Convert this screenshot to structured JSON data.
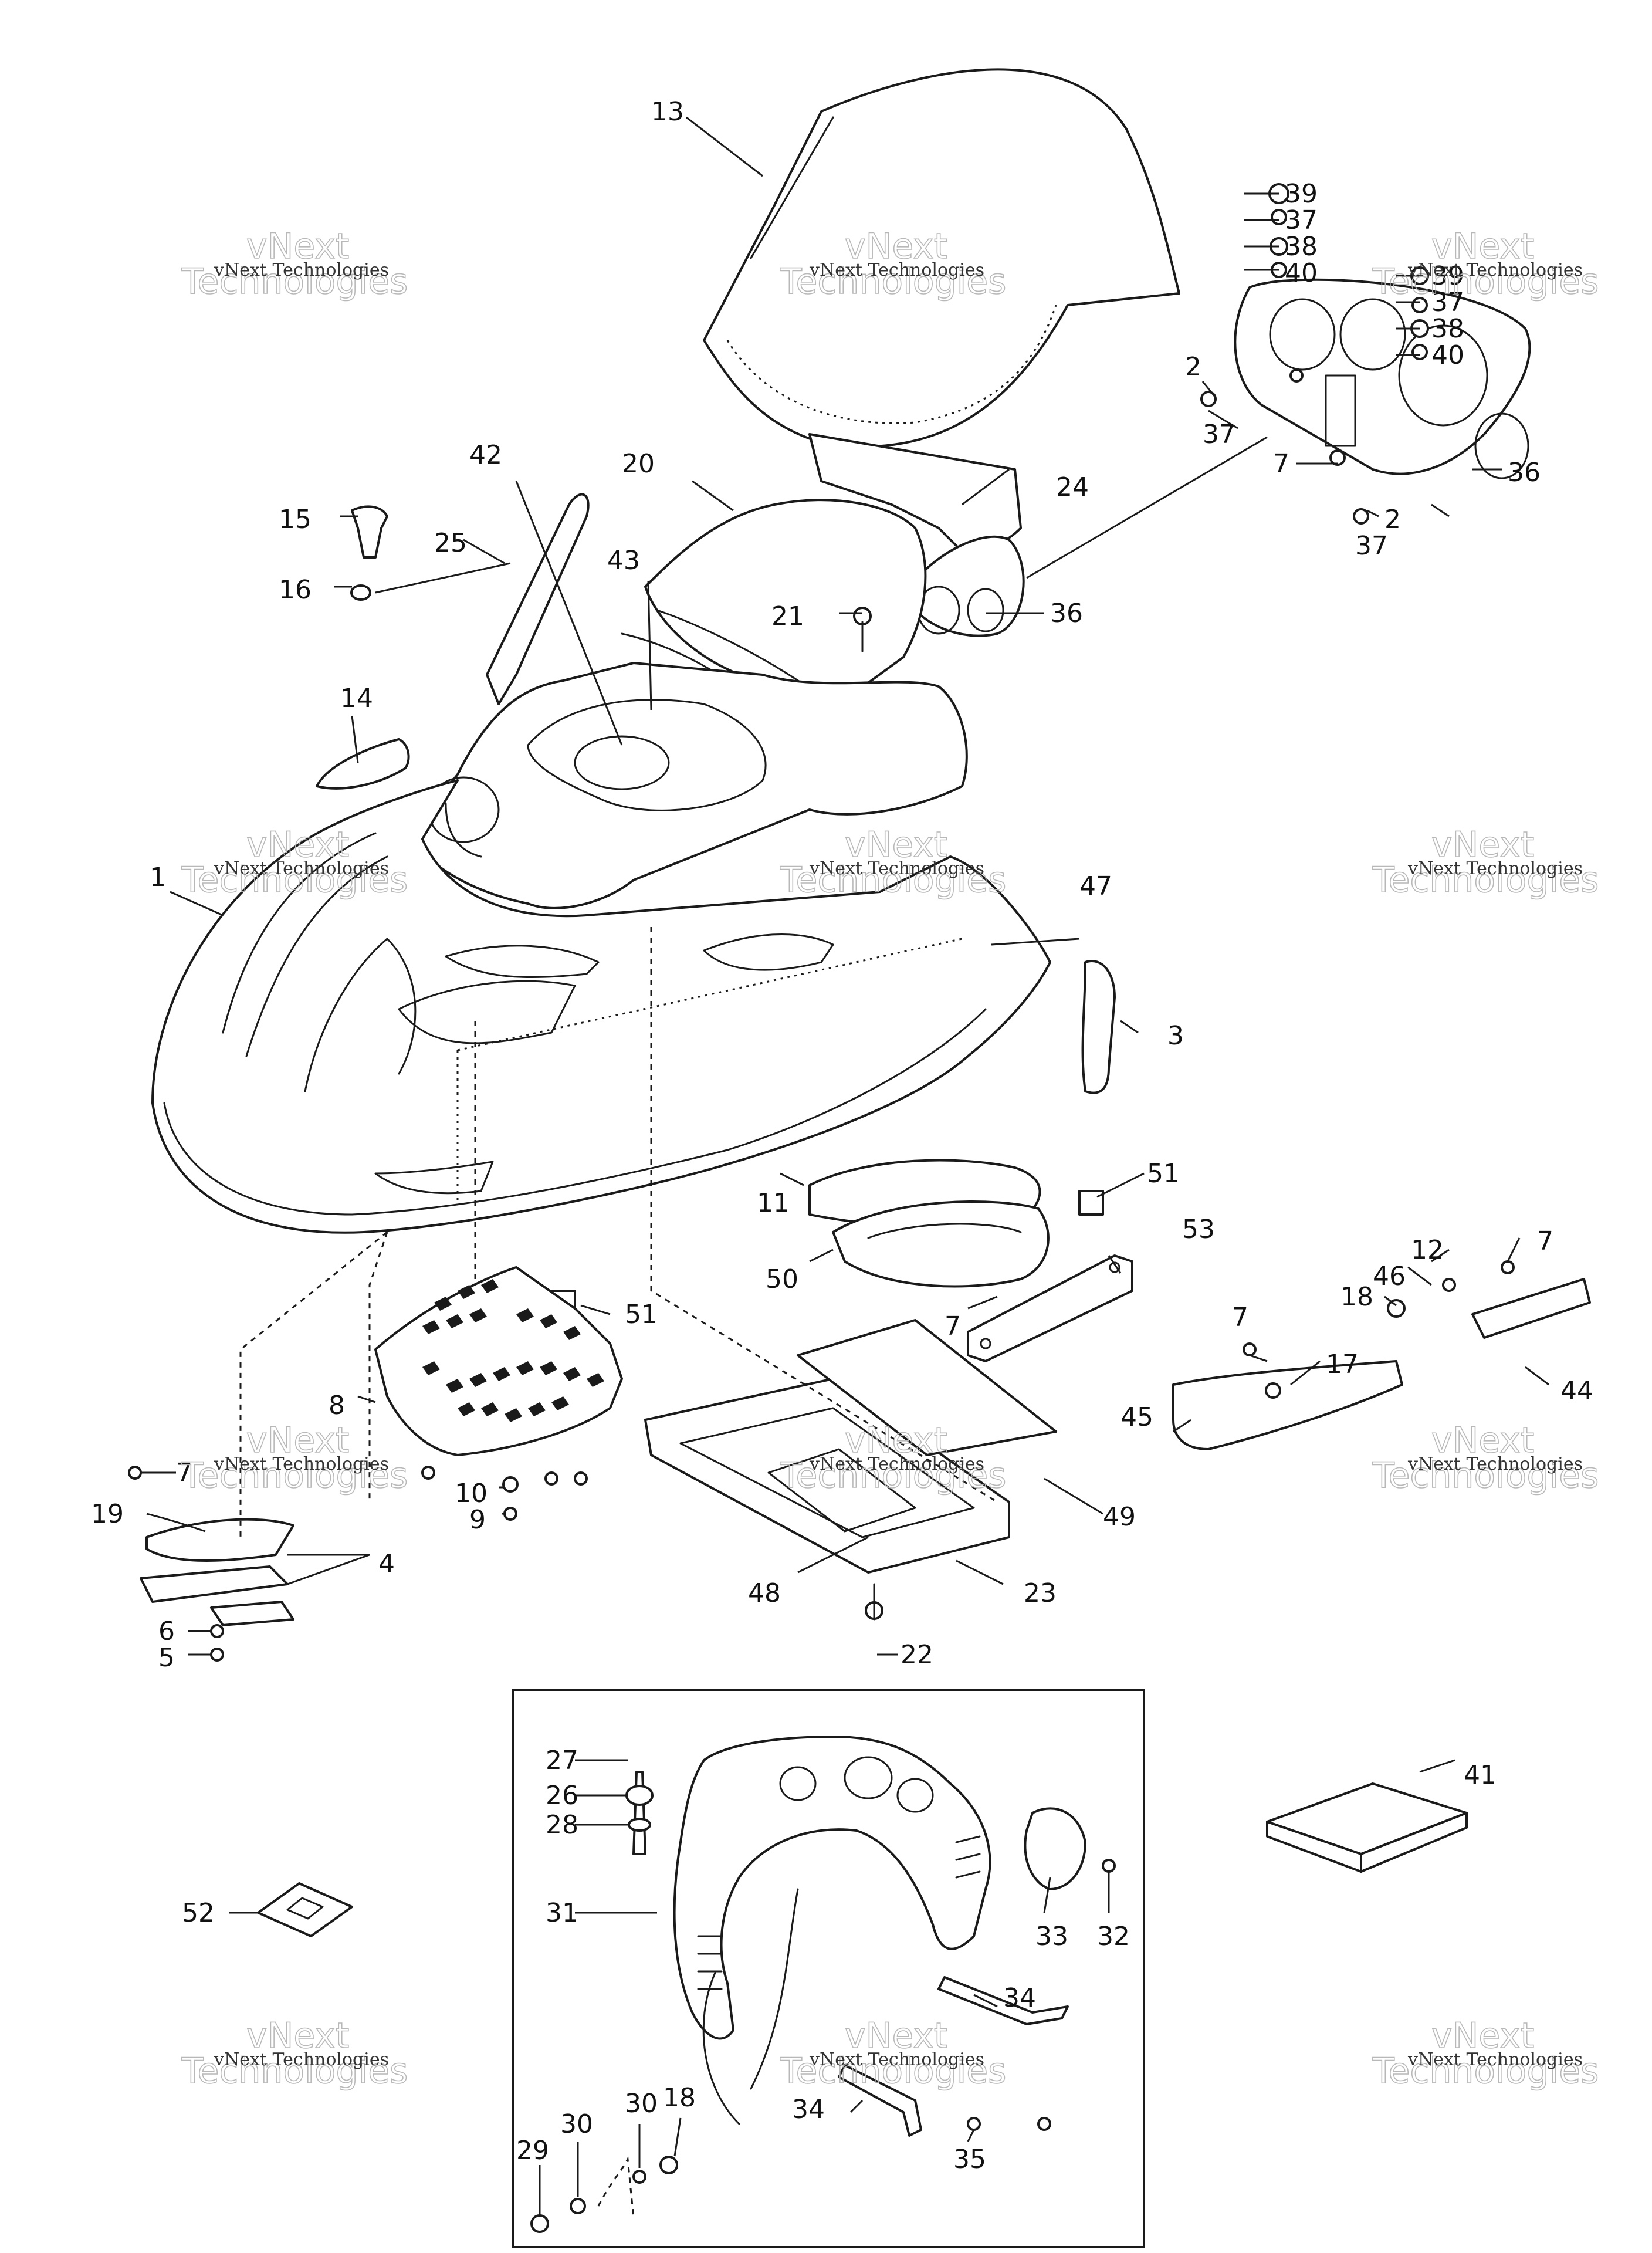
{
  "watermark": {
    "line_top": "vNext",
    "line_main": "vNext Technologies",
    "line_big": "Technologies"
  },
  "callouts": [
    "1",
    "2",
    "3",
    "4",
    "5",
    "6",
    "7",
    "8",
    "9",
    "10",
    "11",
    "12",
    "13",
    "14",
    "15",
    "16",
    "17",
    "18",
    "19",
    "20",
    "21",
    "22",
    "23",
    "24",
    "25",
    "26",
    "27",
    "28",
    "29",
    "30",
    "31",
    "32",
    "33",
    "34",
    "35",
    "36",
    "37",
    "38",
    "39",
    "40",
    "41",
    "42",
    "43",
    "44",
    "45",
    "46",
    "47",
    "48",
    "49",
    "50",
    "51",
    "52",
    "53"
  ]
}
